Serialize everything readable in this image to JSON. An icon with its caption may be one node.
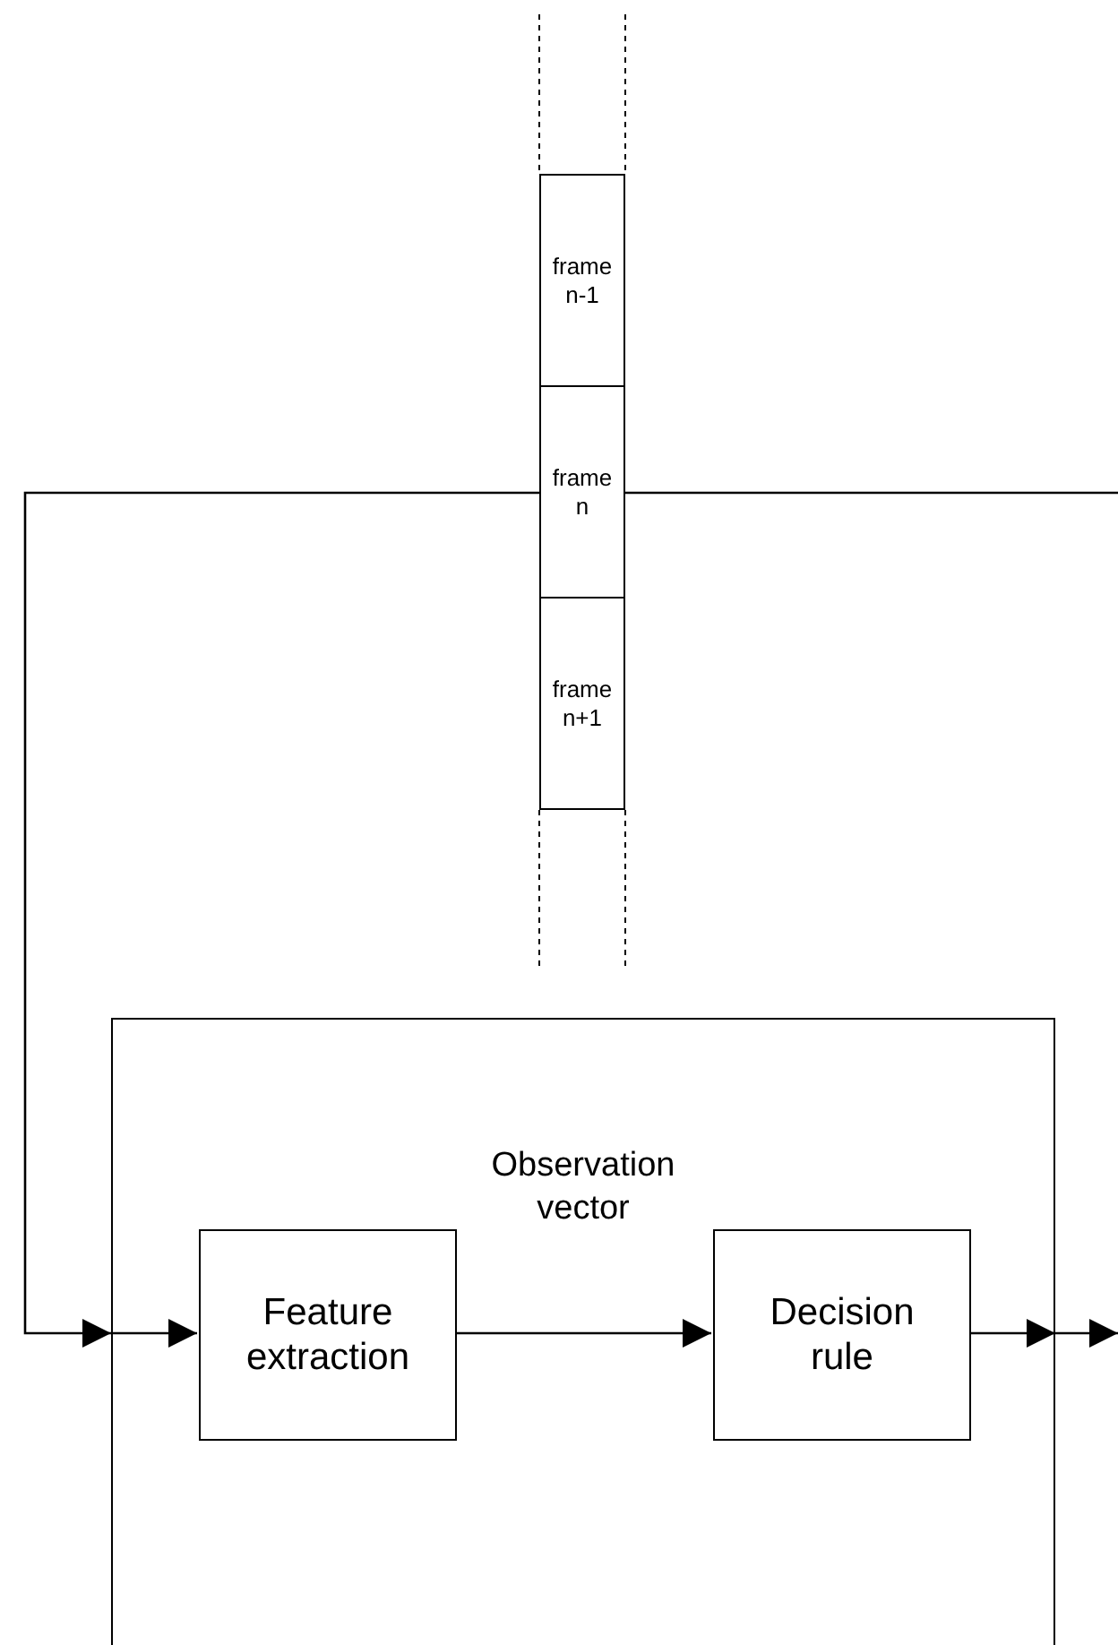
{
  "diagram": {
    "nodes": [
      {
        "text": [
          "frame n-1"
        ]
      },
      {
        "text": [
          "frame n"
        ]
      },
      {
        "text": [
          "frame n+1"
        ]
      },
      {
        "text": [],
        "shape": "box"
      },
      {
        "text": [
          "Feature extraction"
        ],
        "in": 3
      },
      {
        "text": [
          "Decision rule"
        ],
        "in": 3
      }
    ],
    "edges": [
      {
        "from": 1,
        "to": 3,
        "arrow": "to"
      },
      {
        "from": 3,
        "to": 4,
        "arrow": "to"
      },
      {
        "from": 4,
        "to": 5,
        "arrow": "to",
        "label": "Observation vector"
      },
      {
        "from": 5,
        "to": 3,
        "arrow": "to"
      },
      {
        "from": 3,
        "to": null,
        "arrow": "to"
      },
      {
        "from": 1,
        "to": null,
        "arrow": "none"
      }
    ]
  }
}
